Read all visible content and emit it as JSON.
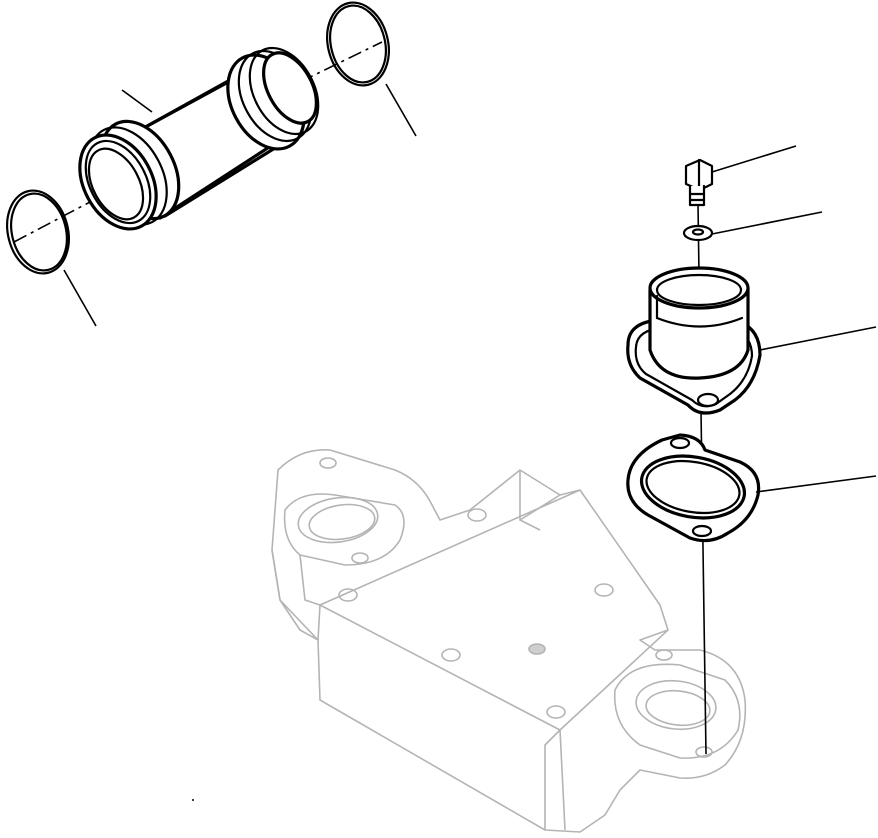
{
  "figure": {
    "kind": "exploded parts diagram",
    "style": "black line art on white",
    "colors": {
      "ink": "#000000",
      "ghost_housing": "#b4b4b4",
      "background": "#ffffff"
    }
  },
  "parts": [
    {
      "name": "o-ring-left"
    },
    {
      "name": "connecting-tube"
    },
    {
      "name": "o-ring-right"
    },
    {
      "name": "bolt"
    },
    {
      "name": "washer"
    },
    {
      "name": "elbow-flange"
    },
    {
      "name": "gasket"
    },
    {
      "name": "housing-block-reference"
    }
  ]
}
